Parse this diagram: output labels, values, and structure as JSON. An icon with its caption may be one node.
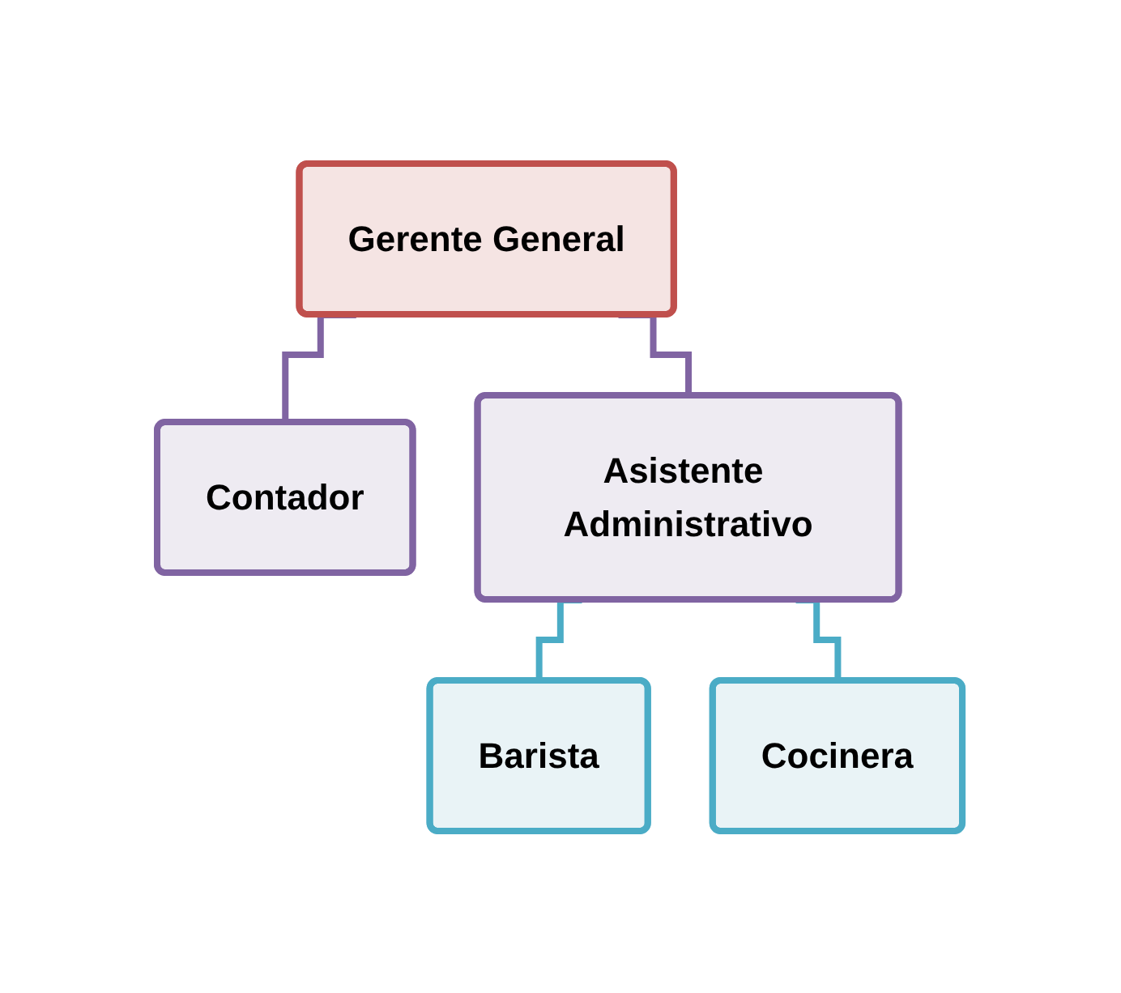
{
  "diagram": {
    "nodes": [
      {
        "text": [
          "Gerente General"
        ]
      },
      {
        "text": [
          "Contador"
        ]
      },
      {
        "text": [
          "Asistente Administrativo"
        ]
      },
      {
        "text": [
          "Barista"
        ]
      },
      {
        "text": [
          "Cocinera"
        ]
      }
    ],
    "edges": [
      {
        "from": 0,
        "to": 1,
        "arrow": "none",
        "color": "#8064a2"
      },
      {
        "from": 0,
        "to": 2,
        "arrow": "none",
        "color": "#8064a2"
      },
      {
        "from": 2,
        "to": 3,
        "arrow": "none",
        "color": "#4bacc6"
      },
      {
        "from": 2,
        "to": 4,
        "arrow": "none",
        "color": "#4bacc6"
      }
    ]
  }
}
